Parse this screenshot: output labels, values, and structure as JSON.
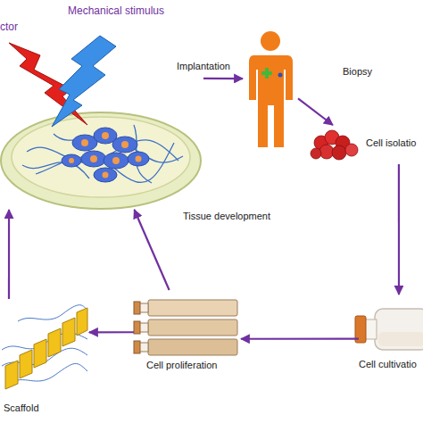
{
  "diagram": {
    "nodes": [
      {
        "text": [
          "ctor",
          "Mechanical stimulus"
        ]
      },
      {
        "text": [
          "Biopsy"
        ]
      },
      {
        "text": [
          "Cell isolatio"
        ]
      },
      {
        "text": [
          "Cell cultivatio"
        ]
      },
      {
        "text": [
          "Cell proliferation"
        ]
      },
      {
        "text": [
          "Scaffold"
        ]
      }
    ],
    "edges": [
      {
        "from": 0,
        "to": 1,
        "arrow": "to",
        "label": "Implantation"
      },
      {
        "from": 1,
        "to": 2,
        "arrow": "to"
      },
      {
        "from": 2,
        "to": 3,
        "arrow": "to"
      },
      {
        "from": 3,
        "to": 4,
        "arrow": "to"
      },
      {
        "from": 4,
        "to": 5,
        "arrow": "to"
      },
      {
        "from": 5,
        "to": 0,
        "arrow": "to"
      },
      {
        "from": 4,
        "to": 0,
        "arrow": "to",
        "label": "Tissue development"
      }
    ]
  }
}
